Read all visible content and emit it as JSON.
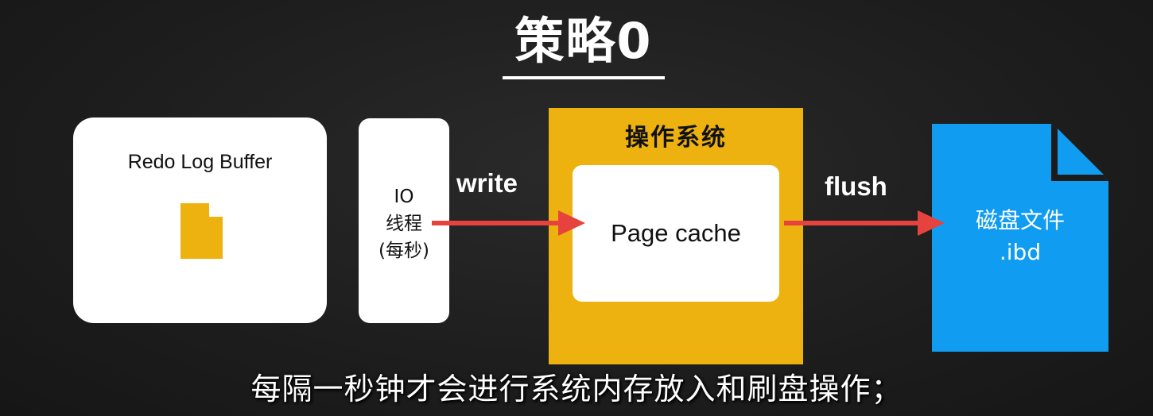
{
  "title": "策略0",
  "redo_log_buffer": {
    "label": "Redo Log Buffer",
    "icon": "document-icon"
  },
  "io_thread": {
    "label": "IO\n线程\n(每秒)"
  },
  "operating_system": {
    "label": "操作系统",
    "page_cache_label": "Page cache"
  },
  "disk_file": {
    "label": "磁盘文件\n.ibd",
    "icon": "file-icon"
  },
  "arrows": {
    "write_label": "write",
    "flush_label": "flush"
  },
  "subtitle": "每隔一秒钟才会进行系统内存放入和刷盘操作；",
  "colors": {
    "background": "#1b1b1b",
    "os_box": "#edb20f",
    "file_icon": "#edb20f",
    "disk_file": "#109cf0",
    "arrow": "#e6433e",
    "text_light": "#ffffff",
    "text_dark": "#111111"
  }
}
